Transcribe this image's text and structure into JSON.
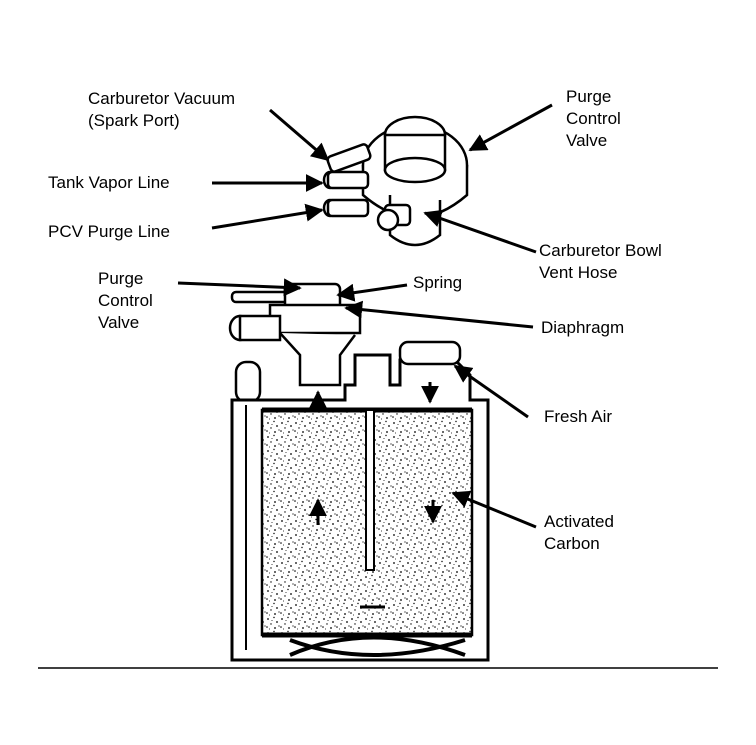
{
  "labels": {
    "carburetor_vacuum": "Carburetor Vacuum\n(Spark Port)",
    "tank_vapor_line": "Tank Vapor Line",
    "pcv_purge_line": "PCV Purge Line",
    "purge_control_valve_top": "Purge\nControl\nValve",
    "carburetor_bowl_vent_hose": "Carburetor Bowl\nVent Hose",
    "purge_control_valve_left": "Purge\nControl\nValve",
    "spring": "Spring",
    "diaphragm": "Diaphragm",
    "fresh_air": "Fresh Air",
    "activated_carbon": "Activated\nCarbon"
  }
}
